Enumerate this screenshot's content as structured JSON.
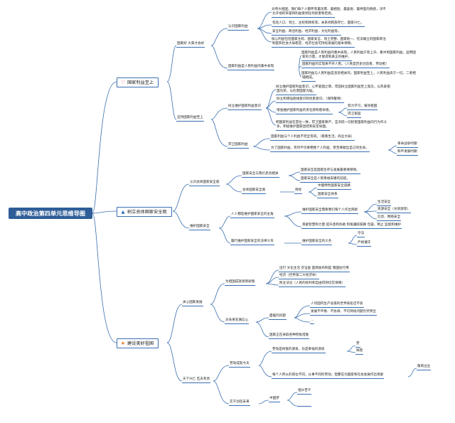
{
  "root": {
    "title": "高中政治第四单元思维导图"
  },
  "branches": [
    {
      "label": "国家利益至上",
      "icon": "heart-icon",
      "sub": [
        {
          "label": "国家好 大家才会好",
          "sub": [
            {
              "label": "认识国家利益",
              "items": [
                "对伟大祖国，我们每个人都怀有最深厚、最相连、最喜悦、最神圣的情感，决不",
                "允许他的荣誉和利益受到任何损害和贬损。",
                "包括人口、领土、主权和政权等，关系到民族存亡、国家兴亡。",
                "安全利益、政治利益、经济利益、文化利益等。",
                "核心利益包括国家主权、国家安全、领土完整、国家统一、宪法确立的国家政治",
                "制度和社会大局稳定、经济社会可持续发展的基本保障。"
              ]
            },
            {
              "label": "国家利益是人民利益的集中表现",
              "items": [
                "国家利益是人民利益的集中表现，人民利益只有上升、集中到国家利益，运用国",
                "家的力量，才能得到真正的维护。",
                "国家利益的实现离不开人民。（人民是历史创造者、劳动者）",
                "国家利益与人民利益是息息相关的，国家利益至上，人民利益高于一切，二者相",
                "辅相成。"
              ]
            }
          ]
        },
        {
          "label": "坚持国家利益至上",
          "sub": [
            {
              "label": "树立维护国家利益意识",
              "items": [
                "树立维护国家利益意识，心怀爱国之情，牢固树立国家利益至上观念，以热爱祖",
                "国为荣，以危害国家为耻。",
                "树立和增强底线意识和忧患意识。（保持警惕）"
              ],
              "group": {
                "label": "增强维护国家利益的责任感和使命感。",
                "items": [
                  "努力学习，报效祖国",
                  "捍卫家园"
                ]
              },
              "tail": [
                "明国家利益在首位一致，捍卫国家尊严，坚决同一切损害国家利益的行为作斗",
                "争，积极维护国家团结和安定局面。"
              ]
            },
            {
              "label": "捍卫国家利益",
              "items": [
                "国家利益与个人利益不完全等同。（看看生活，商业大局）"
              ],
              "group": {
                "label": "为了国家利益，有时不仅要牺牲个人利益，甚至要献出自己的生命。",
                "items": [
                  "革命战争时期",
                  "和平发展时期"
                ]
              }
            }
          ]
        }
      ]
    },
    {
      "label": "树立总体国家安全观",
      "icon": "flame-icon",
      "sub": [
        {
          "label": "认识总体国家安全观",
          "sub": [
            {
              "label": "国家安全与我们息息相关",
              "items": [
                "国家安全是国家生存与发展最重要保障。",
                "国家安全是人民幸福安康的前提。"
              ]
            },
            {
              "label": "总体国家安全观",
              "group": {
                "label": "目标",
                "items": [
                  "中国特色国家安全道路",
                  "国家安全体系"
                ]
              }
            }
          ]
        },
        {
          "label": "维护国家安全",
          "sub": [
            {
              "label": "人人都是维护国家安全的主角",
              "group": {
                "label": "维护国家安全需要我们每个人作出贡献",
                "items": [
                  "生活安全",
                  "资源安全（水资源等）",
                  "信息、网络安全"
                ]
              },
              "items": [
                "贡献智慧和力量 提升意和协助 积极踊跃鼓舞 包容、制止 监督和维护"
              ]
            },
            {
              "label": "履行维护国家安全的法律义务",
              "group": {
                "label": "维护国家安全的义务",
                "items": [
                  "守法",
                  "严格遵守"
                ]
              }
            }
          ]
        }
      ]
    },
    {
      "label": "建设美好祖国",
      "icon": "star-icon",
      "sub": [
        {
          "label": "关心国家发展",
          "sub": [
            {
              "label": "为祖国成就感到骄傲",
              "items": [
                "出行 文化生活 衣证金 医网发布制度 我国住行用",
                "经济（世界第二大经济体）",
                "民主法治（人民的权利和自由得到切实保障）"
              ]
            },
            {
              "label": "对未来充满信心",
              "group": {
                "label": "面临的问题",
                "items": [
                  "人均国内生产总值的世界排名还不高",
                  "发展不平衡、不协调、不可持续问题仍然突出",
                  "..."
                ]
              },
              "items": [
                "国家正在采取各种积极措施"
              ]
            }
          ]
        },
        {
          "label": "天下兴亡 匹夫有责",
          "sub": [
            {
              "label": "劳动成就今天",
              "group": {
                "label": "劳动是财富的源泉，也是幸福的源泉",
                "items": [
                  "劳",
                  "辉煌"
                ]
              },
              "extra": {
                "label": "每个人所从的岗位不同，从事不同的劳动，但都在为国家和社会发展作出贡献",
                "items": [
                  "敬岗业业"
                ]
              }
            },
            {
              "label": "实干创造未来",
              "group": {
                "label": "中国梦",
                "items": [
                  "埋头苦干",
                  ""
                ]
              }
            }
          ]
        }
      ]
    }
  ]
}
